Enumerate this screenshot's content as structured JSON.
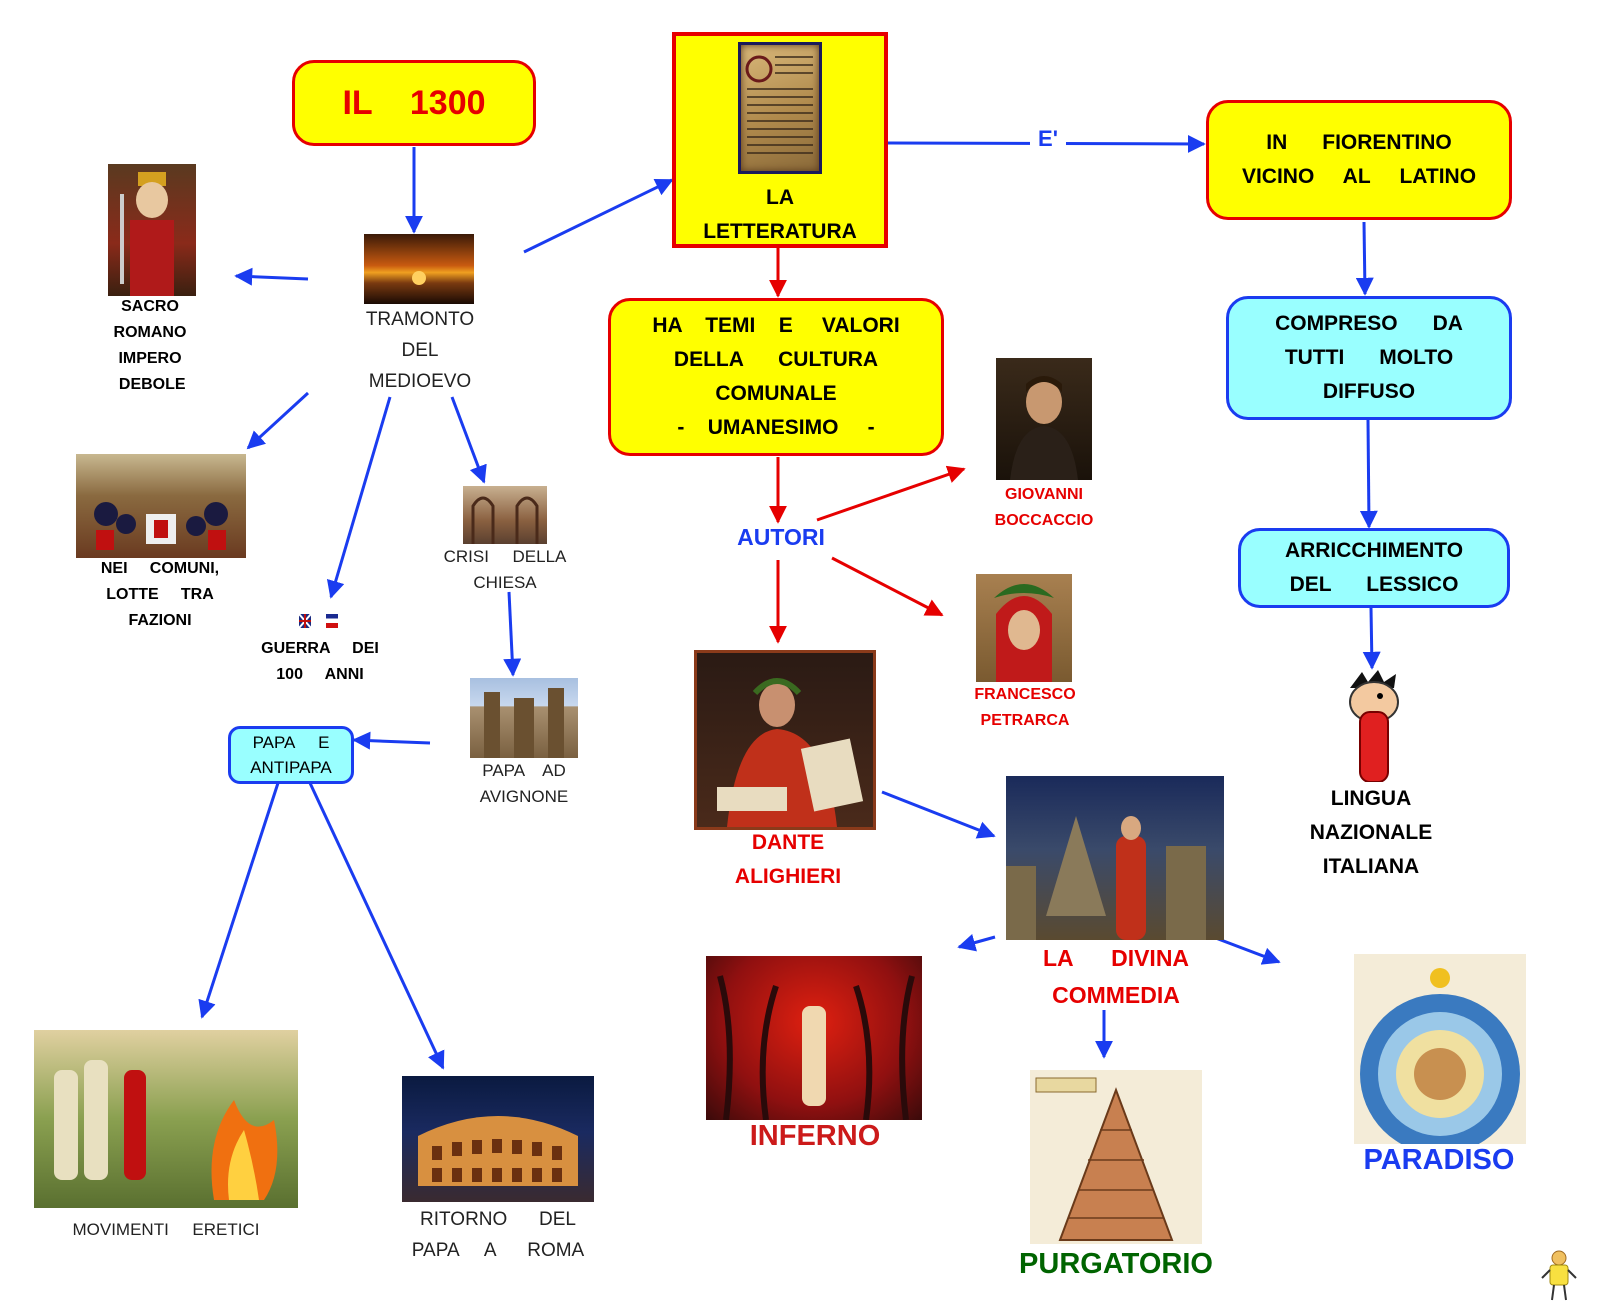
{
  "title": {
    "text": "IL    1300"
  },
  "letteratura": {
    "lines": [
      "LA",
      "LETTERATURA"
    ]
  },
  "e_label": "E'",
  "fiorentino": {
    "lines": [
      "IN      FIORENTINO",
      "VICINO     AL     LATINO"
    ]
  },
  "temi": {
    "lines": [
      "HA    TEMI    E     VALORI",
      "DELLA      CULTURA",
      "COMUNALE",
      "-    UMANESIMO     -"
    ]
  },
  "compreso": {
    "lines": [
      "COMPRESO      DA",
      "TUTTI      MOLTO",
      "DIFFUSO"
    ]
  },
  "arricchimento": {
    "lines": [
      "ARRICCHIMENTO",
      "DEL      LESSICO"
    ]
  },
  "lingua": {
    "lines": [
      "LINGUA",
      "NAZIONALE",
      "ITALIANA"
    ]
  },
  "tramonto": {
    "lines": [
      "TRAMONTO",
      "DEL",
      "MEDIOEVO"
    ]
  },
  "sacro": {
    "lines": [
      "SACRO",
      "ROMANO",
      "IMPERO",
      " DEBOLE"
    ]
  },
  "comuni": {
    "lines": [
      "NEI     COMUNI,",
      "LOTTE     TRA",
      "FAZIONI"
    ]
  },
  "guerra": {
    "lines": [
      "GUERRA     DEI",
      "100     ANNI"
    ]
  },
  "crisi": {
    "lines": [
      "CRISI     DELLA",
      "CHIESA"
    ]
  },
  "avignone": {
    "lines": [
      "PAPA    AD",
      "AVIGNONE"
    ]
  },
  "papa_antipapa": {
    "lines": [
      "PAPA     E",
      "ANTIPAPA"
    ]
  },
  "eretici": "MOVIMENTI     ERETICI",
  "roma": {
    "lines": [
      "RITORNO      DEL",
      "PAPA     A      ROMA"
    ]
  },
  "autori": "AUTORI",
  "boccaccio": {
    "lines": [
      "GIOVANNI",
      "BOCCACCIO"
    ]
  },
  "petrarca": {
    "lines": [
      "FRANCESCO",
      "PETRARCA"
    ]
  },
  "dante": {
    "lines": [
      "DANTE",
      "ALIGHIERI"
    ]
  },
  "divina": {
    "lines": [
      "LA      DIVINA",
      "COMMEDIA"
    ]
  },
  "inferno": "INFERNO",
  "purgatorio": "PURGATORIO",
  "paradiso": "PARADISO",
  "colors": {
    "red": "#e60000",
    "blue": "#1a3cf0",
    "yellow": "#ffff00",
    "cyan": "#99ffff",
    "green": "#006400",
    "darkred": "#cc1a1a"
  }
}
